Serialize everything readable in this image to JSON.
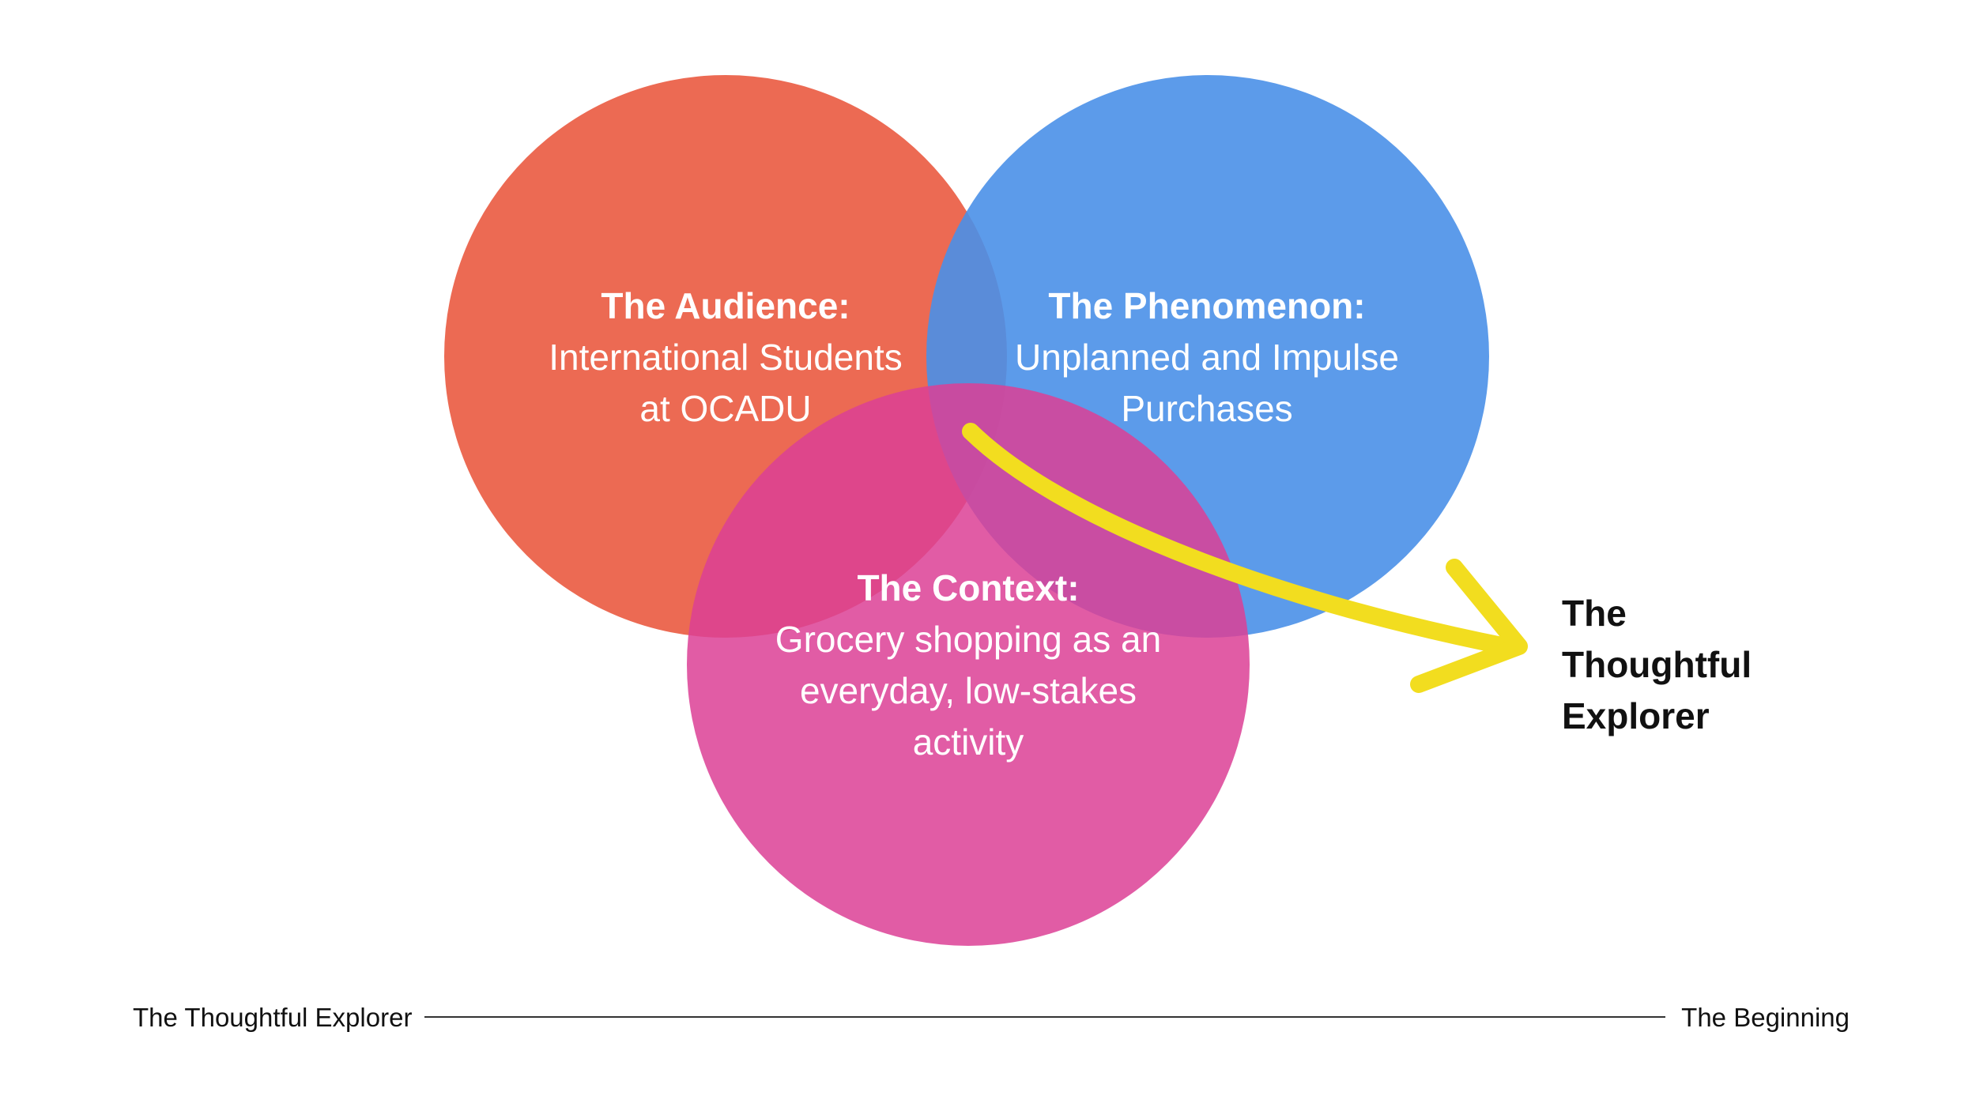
{
  "circles": {
    "audience": {
      "title": "The Audience:",
      "lines": [
        "International Students",
        "at OCADU"
      ],
      "color": "#ea5a40"
    },
    "phenomenon": {
      "title": "The Phenomenon:",
      "lines": [
        "Unplanned and Impulse",
        "Purchases"
      ],
      "color": "#4a90e8"
    },
    "context": {
      "title": "The Context:",
      "lines": [
        "Grocery shopping as an",
        "everyday, low-stakes",
        "activity"
      ],
      "color": "#dc3f95"
    }
  },
  "arrow": {
    "color": "#f2dd1f",
    "icon": "curved-arrow-icon"
  },
  "outcome": {
    "lines": [
      "The",
      "Thoughtful",
      "Explorer"
    ]
  },
  "footer": {
    "left": "The Thoughtful Explorer",
    "right": "The Beginning"
  }
}
